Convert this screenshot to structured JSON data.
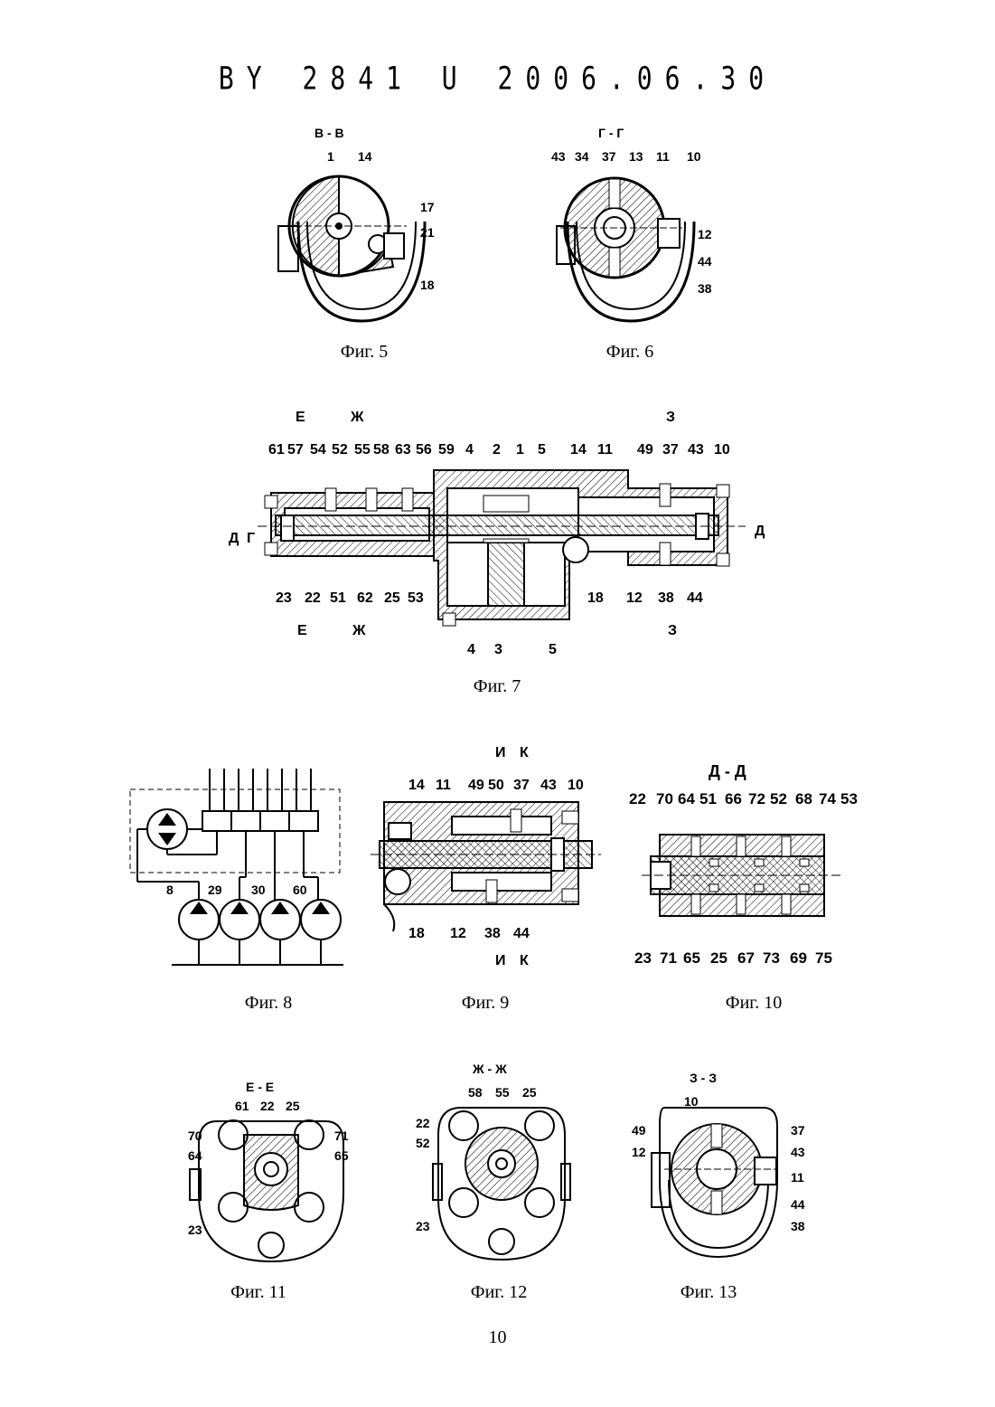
{
  "header": {
    "doc_number": "BY 2841 U 2006.06.30"
  },
  "figures": {
    "fig5": {
      "caption": "Фиг. 5",
      "section": "В - В",
      "labels": [
        "1",
        "14",
        "17",
        "21",
        "18"
      ]
    },
    "fig6": {
      "caption": "Фиг. 6",
      "section": "Г - Г",
      "labels": [
        "43",
        "34",
        "37",
        "13",
        "11",
        "10",
        "12",
        "44",
        "38"
      ]
    },
    "fig7": {
      "caption": "Фиг. 7",
      "top_labels": [
        "61",
        "57",
        "54",
        "52",
        "55",
        "58",
        "63",
        "56",
        "59",
        "4",
        "2",
        "1",
        "5",
        "14",
        "11",
        "49",
        "37",
        "43",
        "10"
      ],
      "bottom_labels": [
        "23",
        "22",
        "51",
        "62",
        "25",
        "53",
        "18",
        "12",
        "38",
        "44"
      ],
      "bottom_labels2": [
        "4",
        "3",
        "5"
      ],
      "section_marks": {
        "e": "Е",
        "zh": "Ж",
        "z": "З",
        "d": "Д",
        "g": "Г"
      }
    },
    "fig8": {
      "caption": "Фиг. 8",
      "labels": [
        "8",
        "29",
        "30",
        "60"
      ]
    },
    "fig9": {
      "caption": "Фиг. 9",
      "top_labels": [
        "14",
        "11",
        "49",
        "50",
        "37",
        "43",
        "10"
      ],
      "bottom_labels": [
        "18",
        "12",
        "38",
        "44"
      ],
      "section_marks": {
        "i": "И",
        "k": "К"
      }
    },
    "fig10": {
      "caption": "Фиг. 10",
      "section": "Д - Д",
      "top_labels": [
        "22",
        "70",
        "64",
        "51",
        "66",
        "72",
        "52",
        "68",
        "74",
        "53"
      ],
      "bottom_labels": [
        "23",
        "71",
        "65",
        "25",
        "67",
        "73",
        "69",
        "75"
      ]
    },
    "fig11": {
      "caption": "Фиг. 11",
      "section": "Е - Е",
      "labels": [
        "61",
        "22",
        "25",
        "70",
        "71",
        "64",
        "65",
        "23"
      ]
    },
    "fig12": {
      "caption": "Фиг. 12",
      "section": "Ж - Ж",
      "labels": [
        "58",
        "55",
        "25",
        "22",
        "52",
        "23"
      ]
    },
    "fig13": {
      "caption": "Фиг. 13",
      "section": "З - З",
      "labels": [
        "10",
        "37",
        "49",
        "43",
        "12",
        "11",
        "44",
        "38"
      ]
    }
  },
  "page_number": "10"
}
